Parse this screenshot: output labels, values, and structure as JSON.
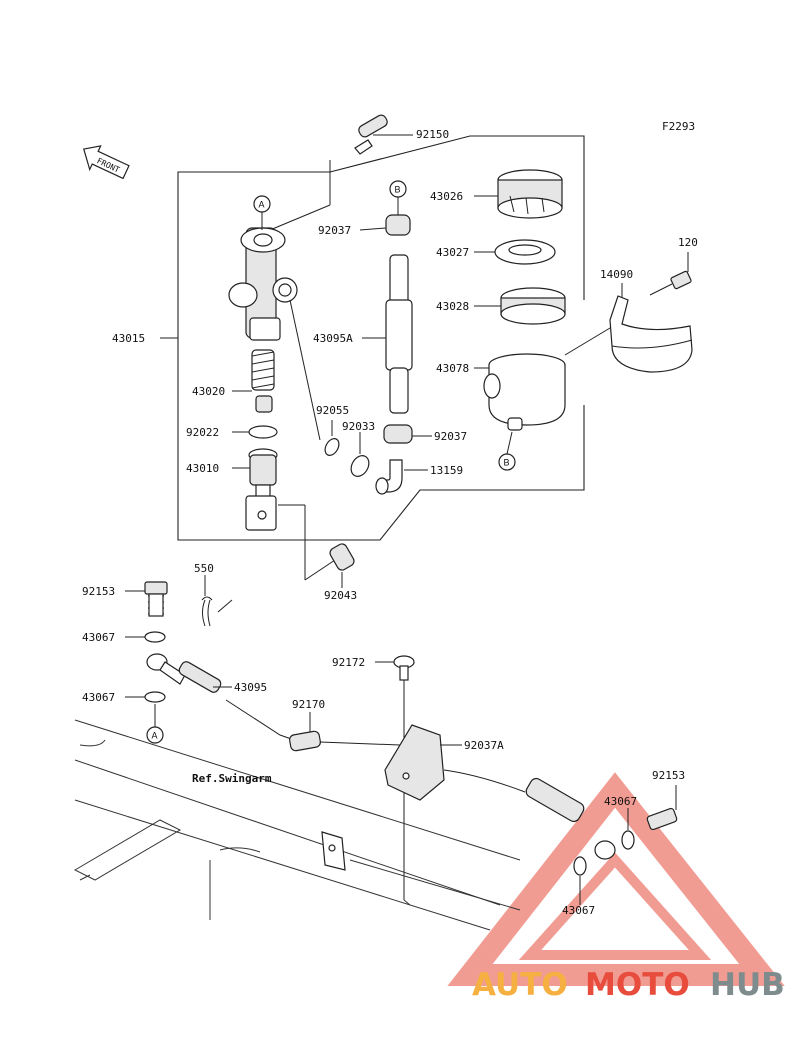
{
  "figure_code": "F2293",
  "front_label": "FRONT",
  "ref_text": "Ref.Swingarm",
  "callouts": {
    "A": "A",
    "B": "B"
  },
  "parts": {
    "p92150": "92150",
    "p43026": "43026",
    "p92037_top": "92037",
    "p43027": "43027",
    "p120": "120",
    "p14090": "14090",
    "p43028": "43028",
    "p43015": "43015",
    "p43095A": "43095A",
    "p43078": "43078",
    "p43020": "43020",
    "p92055": "92055",
    "p92033": "92033",
    "p92037_mid": "92037",
    "p92022": "92022",
    "p43010": "43010",
    "p13159": "13159",
    "p550": "550",
    "p92153_left": "92153",
    "p92043": "92043",
    "p43067_a": "43067",
    "p92172": "92172",
    "p43095": "43095",
    "p43067_b": "43067",
    "p92170": "92170",
    "p92037A": "92037A",
    "p92153_right": "92153",
    "p43067_c": "43067",
    "p43067_d": "43067"
  },
  "watermark": {
    "part1": "AUTO",
    "part2": "MOTO",
    "part3": "HUB",
    "color1": "#f5b041",
    "color2": "#e74c3c",
    "color3": "#7f8c8d"
  }
}
